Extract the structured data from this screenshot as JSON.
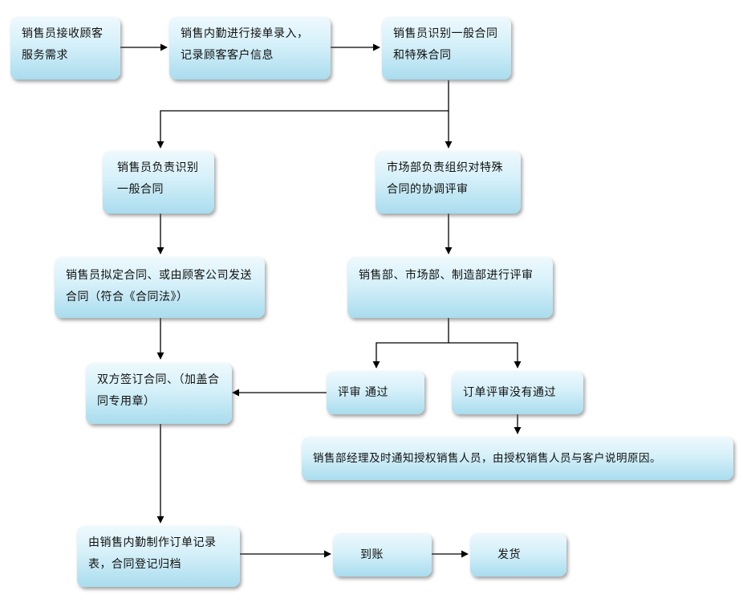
{
  "flow": {
    "receive_need": "销售员接收顾客服务需求",
    "entry": "销售内勤进行接单录入，记录顾客客户信息",
    "identify": "销售员识别一般合同和特殊合同",
    "general": "销售员负责识别一般合同",
    "special": "市场部负责组织对特殊合同的协调评审",
    "draft": "销售员拟定合同、或由顾客公司发送合同（符合《合同法》）",
    "review": "销售部、市场部、制造部进行评审",
    "sign": "双方签订合同、（加盖合同专用章）",
    "pass": "评审  通过",
    "fail": "订单评审没有通过",
    "notify": "销售部经理及时通知授权销售人员，由授权销售人员与客户说明原因。",
    "record": "由销售内勤制作订单记录表，合同登记归档",
    "payment": "到账",
    "ship": "发货"
  }
}
